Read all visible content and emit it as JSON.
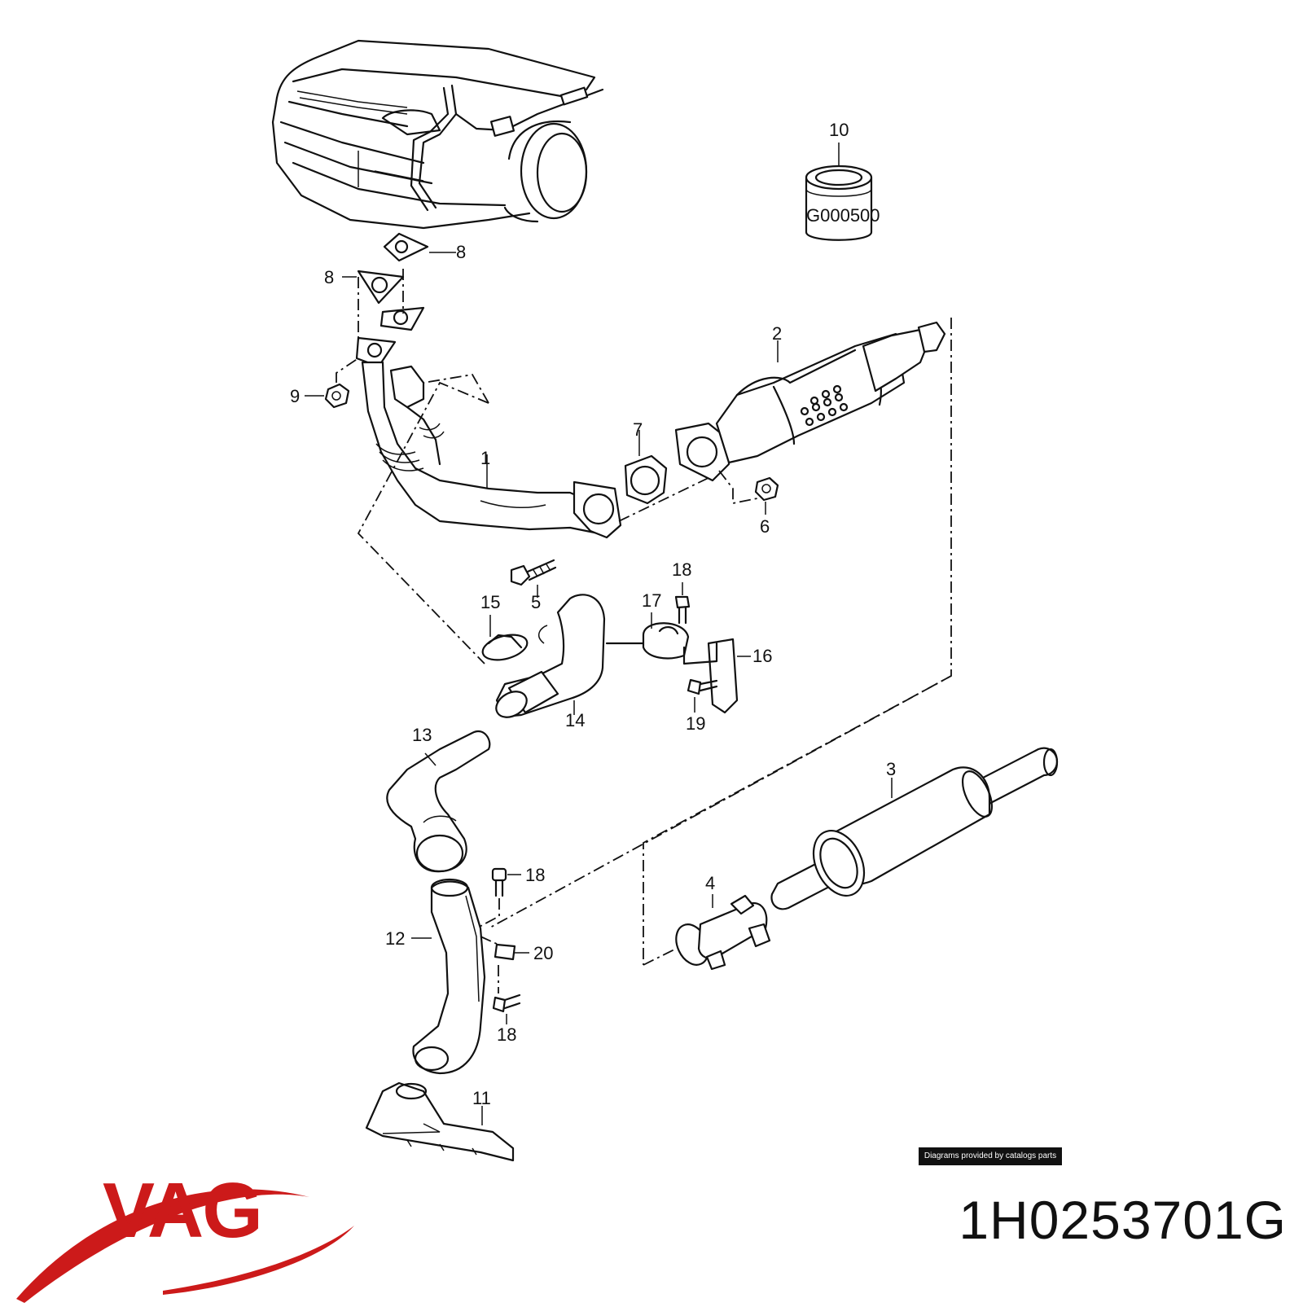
{
  "diagram": {
    "part_callouts": [
      {
        "id": "callout-1",
        "text": "1"
      },
      {
        "id": "callout-2",
        "text": "2"
      },
      {
        "id": "callout-3",
        "text": "3"
      },
      {
        "id": "callout-4",
        "text": "4"
      },
      {
        "id": "callout-5",
        "text": "5"
      },
      {
        "id": "callout-6",
        "text": "6"
      },
      {
        "id": "callout-7",
        "text": "7"
      },
      {
        "id": "callout-8a",
        "text": "8"
      },
      {
        "id": "callout-8b",
        "text": "8"
      },
      {
        "id": "callout-9",
        "text": "9"
      },
      {
        "id": "callout-10",
        "text": "10"
      },
      {
        "id": "callout-11",
        "text": "11"
      },
      {
        "id": "callout-12",
        "text": "12"
      },
      {
        "id": "callout-13",
        "text": "13"
      },
      {
        "id": "callout-14",
        "text": "14"
      },
      {
        "id": "callout-15",
        "text": "15"
      },
      {
        "id": "callout-16",
        "text": "16"
      },
      {
        "id": "callout-17",
        "text": "17"
      },
      {
        "id": "callout-18a",
        "text": "18"
      },
      {
        "id": "callout-18b",
        "text": "18"
      },
      {
        "id": "callout-18c",
        "text": "18"
      },
      {
        "id": "callout-19",
        "text": "19"
      },
      {
        "id": "callout-20",
        "text": "20"
      }
    ],
    "filter_marking": "G000500"
  },
  "credit": "Diagrams provided by catalogs parts",
  "brand": {
    "name": "VAG",
    "color": "#cc1a1a"
  },
  "part_number": "1H0253701G"
}
